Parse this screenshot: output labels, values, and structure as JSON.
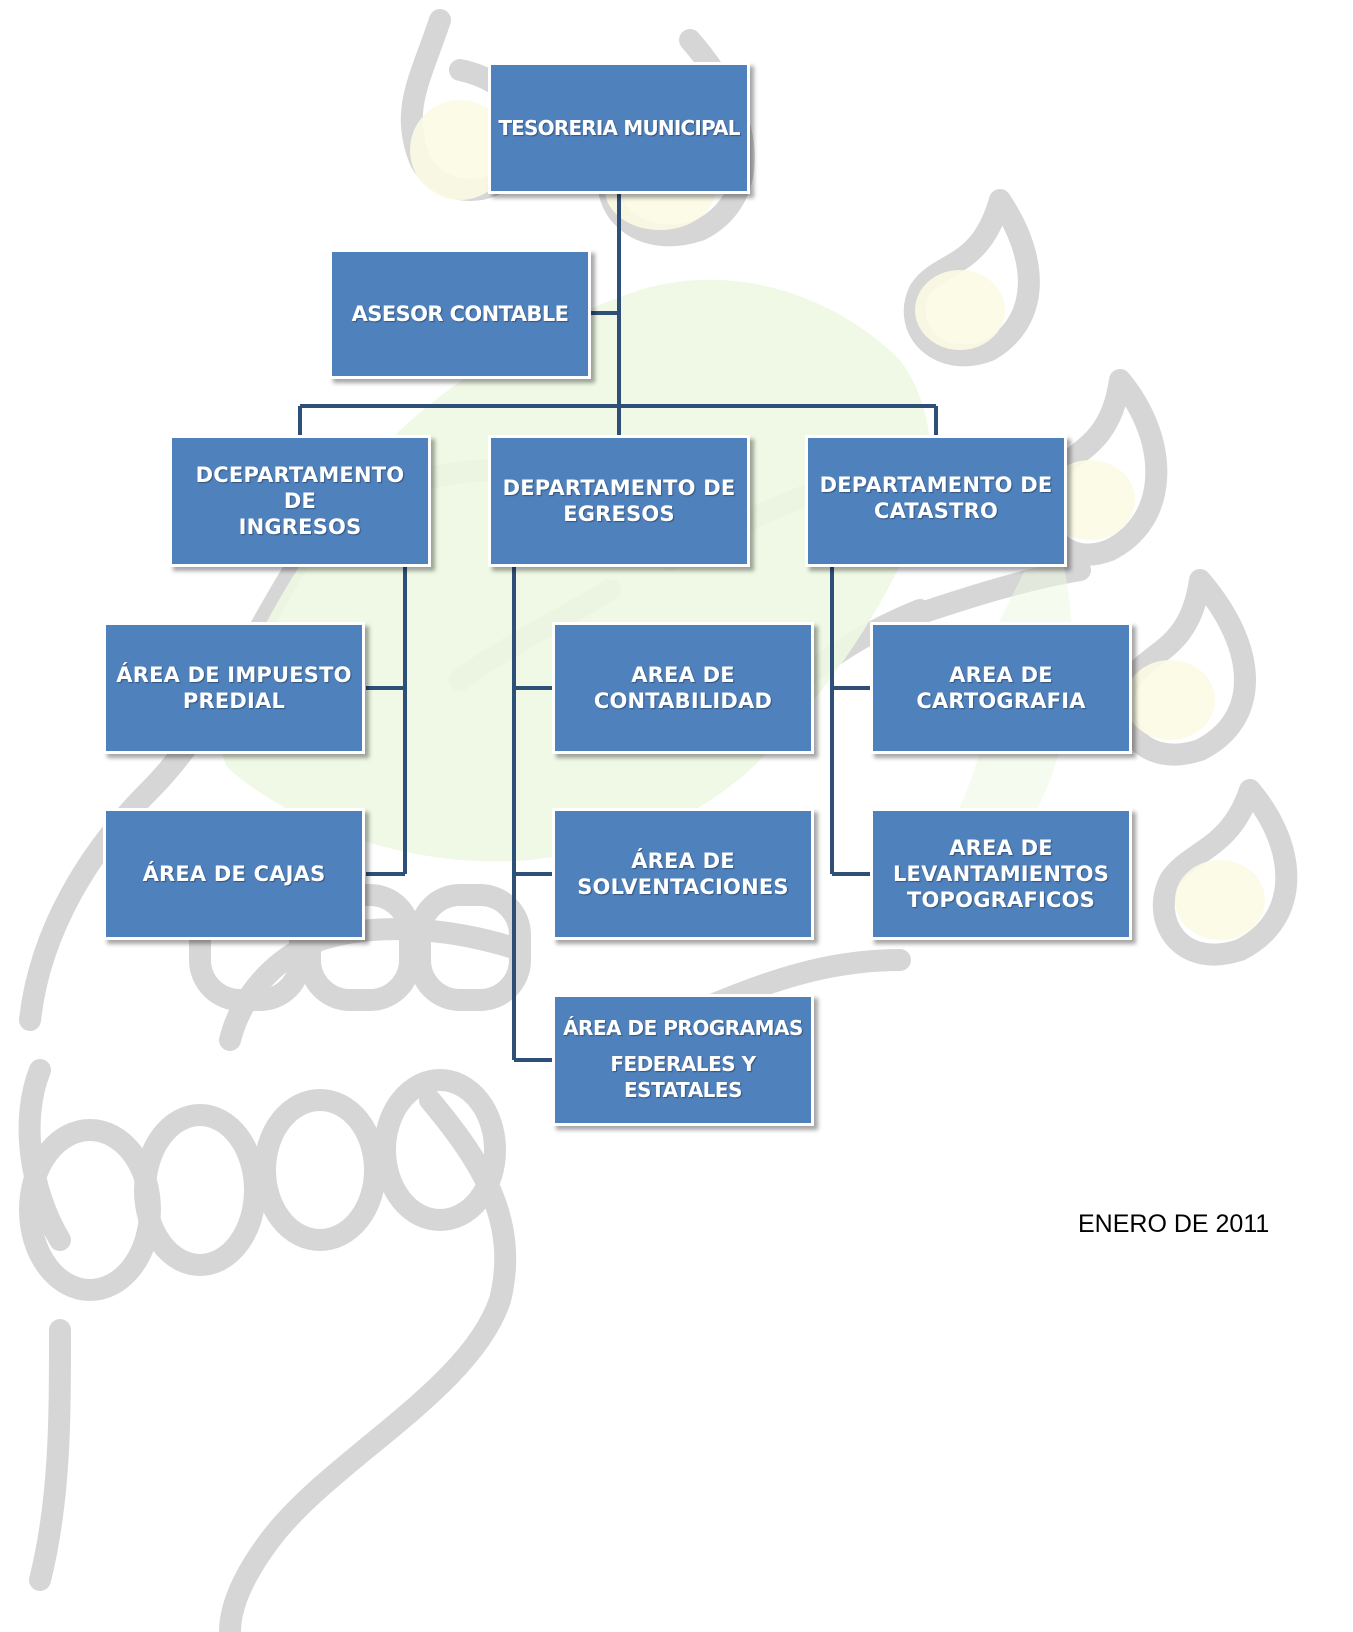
{
  "org_chart": {
    "root": "TESORERIA MUNICIPAL",
    "advisor": "ASESOR CONTABLE",
    "departments": {
      "ingresos": {
        "label_line1": "DCEPARTAMENTO DE",
        "label_line2": "INGRESOS",
        "areas": [
          "ÁREA DE IMPUESTO PREDIAL",
          "ÁREA DE CAJAS"
        ]
      },
      "egresos": {
        "label_line1": "DEPARTAMENTO DE",
        "label_line2": "EGRESOS",
        "areas": [
          "AREA DE CONTABILIDAD",
          "ÁREA DE SOLVENTACIONES",
          "ÁREA DE PROGRAMAS FEDERALES Y ESTATALES"
        ]
      },
      "catastro": {
        "label_line1": "DEPARTAMENTO DE",
        "label_line2": "CATASTRO",
        "areas": [
          "AREA DE CARTOGRAFIA",
          "AREA DE LEVANTAMIENTOS TOPOGRAFICOS"
        ]
      }
    },
    "area_lines": {
      "impuesto_predial": [
        "ÁREA DE IMPUESTO",
        "PREDIAL"
      ],
      "cajas": [
        "ÁREA DE CAJAS"
      ],
      "contabilidad": [
        "AREA DE",
        "CONTABILIDAD"
      ],
      "solventaciones": [
        "ÁREA DE",
        "SOLVENTACIONES"
      ],
      "programas": [
        "ÁREA DE PROGRAMAS",
        "FEDERALES Y",
        "ESTATALES"
      ],
      "cartografia": [
        "AREA DE",
        "CARTOGRAFIA"
      ],
      "levantamientos": [
        "AREA DE",
        "LEVANTAMIENTOS",
        "TOPOGRAFICOS"
      ]
    }
  },
  "date": "ENERO DE 2011",
  "colors": {
    "box_fill": "#4f81bd",
    "connector": "#2e4f78",
    "watermark_outline": "#d3d3d3",
    "watermark_fill": "#e6f5dc"
  }
}
